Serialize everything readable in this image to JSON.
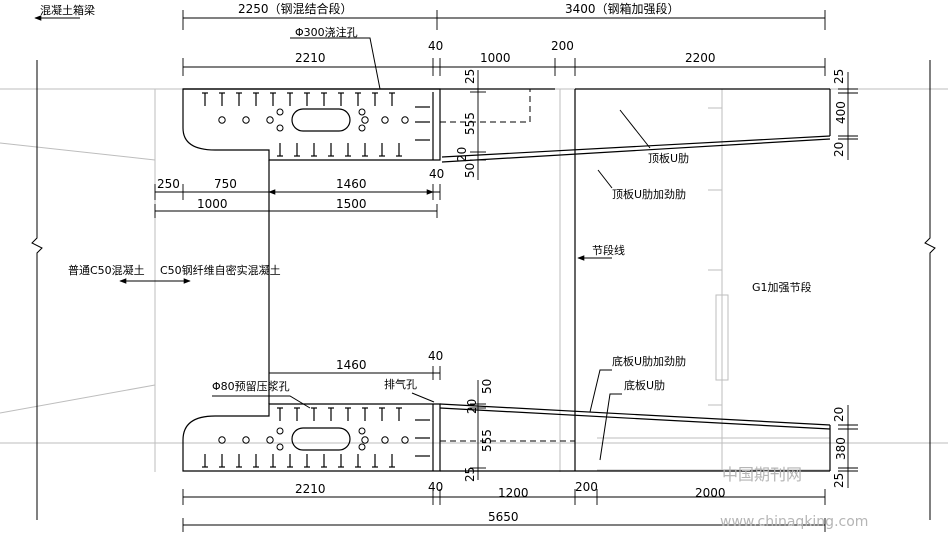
{
  "texts": {
    "concrete_box": "混凝土箱梁",
    "seg_steel_concrete": "2250（钢混结合段）",
    "seg_steel_box": "3400（钢箱加强段）",
    "pour_hole": "Φ300浇注孔",
    "dim_2210_top": "2210",
    "dim_40_top": "40",
    "dim_1000_top": "1000",
    "dim_200_top": "200",
    "dim_2200_top": "2200",
    "dim_25_right": "25",
    "dim_400_right": "400",
    "dim_20_right": "20",
    "dim_25_vt": "25",
    "dim_555_vt": "555",
    "dim_20_vt": "20",
    "dim_50_vt": "50",
    "dim_250": "250",
    "dim_750": "750",
    "dim_1460_mid": "1460",
    "dim_40_mid": "40",
    "dim_1000_mid": "1000",
    "dim_1500_mid": "1500",
    "top_u_rib": "顶板U肋",
    "top_u_rib_stiff": "顶板U肋加劲肋",
    "seg_line": "节段线",
    "ordinary_c50": "普通C50混凝土",
    "steel_fiber_c50": "C50钢纤维自密实混凝土",
    "g1_segment": "G1加强节段",
    "dim_1460_low": "1460",
    "dim_40_low": "40",
    "grout_hole": "Φ80预留压浆孔",
    "vent_hole": "排气孔",
    "dim_50_vb": "50",
    "dim_20_vb": "20",
    "dim_555_vb": "555",
    "dim_25_vb": "25",
    "bot_u_rib_stiff": "底板U肋加劲肋",
    "bot_u_rib": "底板U肋",
    "dim_20_rb": "20",
    "dim_380_rb": "380",
    "dim_25_rb": "25",
    "dim_2210_bot": "2210",
    "dim_40_bot": "40",
    "dim_1200_bot": "1200",
    "dim_200_bot": "200",
    "dim_2000_bot": "2000",
    "dim_5650": "5650",
    "watermark_cn": "中国期刊网",
    "watermark_url": "www.chinaqking.com"
  }
}
